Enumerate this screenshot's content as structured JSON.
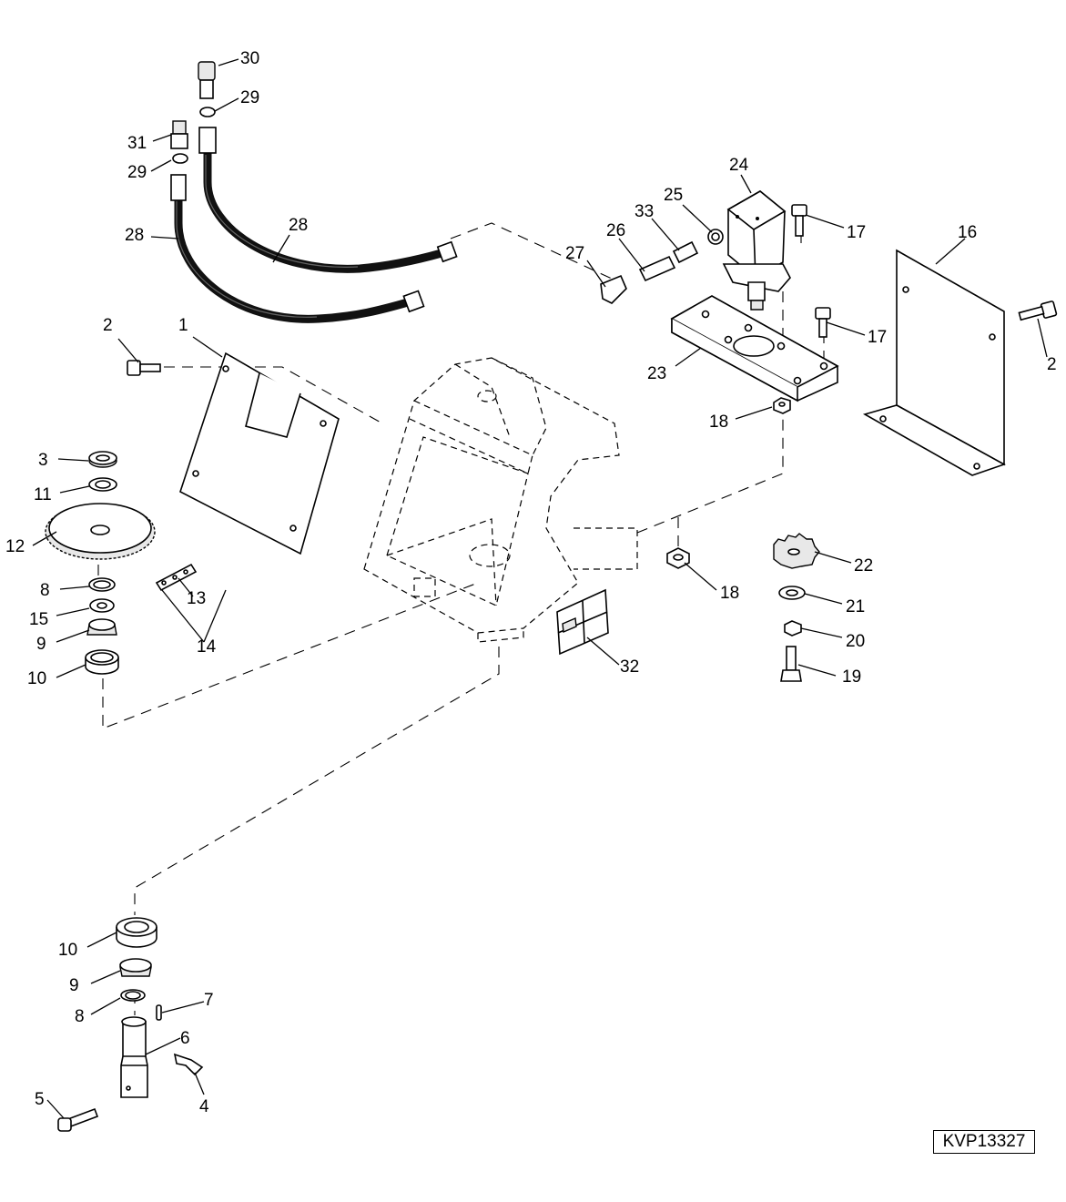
{
  "reference_code": "KVP13327",
  "callouts": {
    "c1": "1",
    "c2a": "2",
    "c2b": "2",
    "c3": "3",
    "c4": "4",
    "c5": "5",
    "c6": "6",
    "c7": "7",
    "c8a": "8",
    "c8b": "8",
    "c9a": "9",
    "c9b": "9",
    "c10a": "10",
    "c10b": "10",
    "c11": "11",
    "c12": "12",
    "c13": "13",
    "c14": "14",
    "c15": "15",
    "c16": "16",
    "c17a": "17",
    "c17b": "17",
    "c18a": "18",
    "c18b": "18",
    "c19": "19",
    "c20": "20",
    "c21": "21",
    "c22": "22",
    "c23": "23",
    "c24": "24",
    "c25": "25",
    "c26": "26",
    "c27": "27",
    "c28a": "28",
    "c28b": "28",
    "c29a": "29",
    "c29b": "29",
    "c30": "30",
    "c31": "31",
    "c32": "32",
    "c33": "33"
  }
}
